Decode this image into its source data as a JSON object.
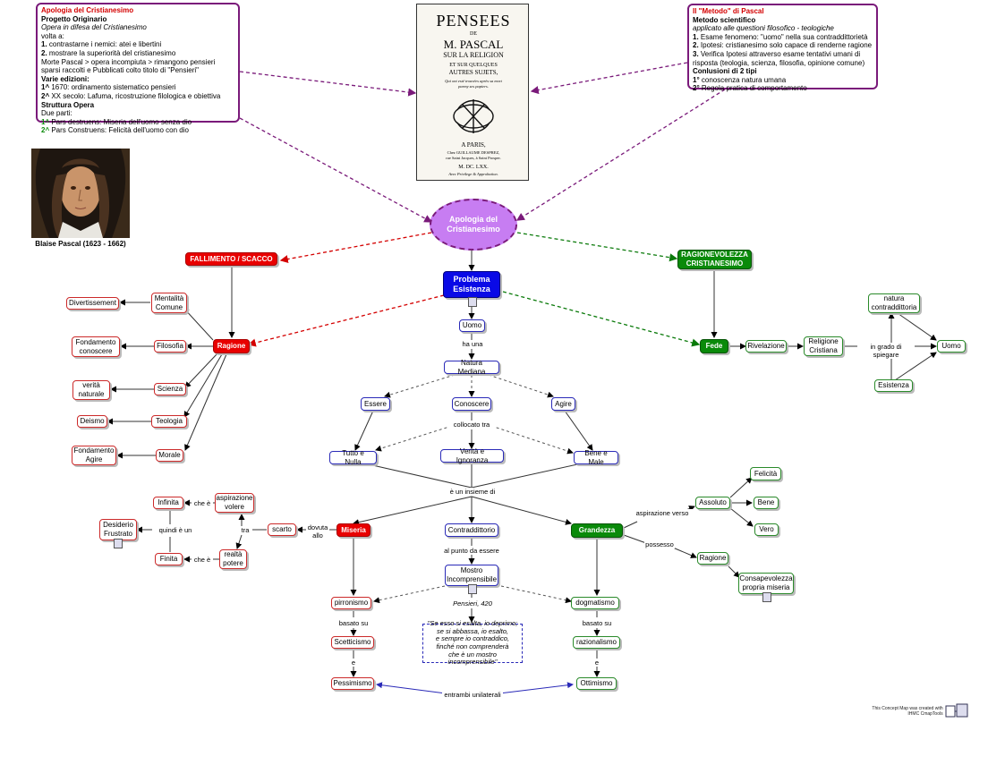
{
  "title_node": "Apologia del\nCristianesimo",
  "left_info": {
    "title": "Apologia del Cristianesimo",
    "lines": [
      {
        "text": "Progetto Originario",
        "style": "b"
      },
      {
        "text": "Opera in difesa del Cristianesimo",
        "style": "i"
      },
      {
        "text": "volta a:",
        "style": ""
      },
      {
        "num": "1.",
        "text": " contrastarne i nemici: atei e libertini",
        "style": ""
      },
      {
        "num": "2.",
        "text": " mostrare la superiorità del cristianesimo",
        "style": ""
      },
      {
        "text": "Morte Pascal > opera incompiuta > rimangono pensieri sparsi raccolti e Pubblicati colto titolo di \"Pensieri\"",
        "style": ""
      },
      {
        "text": "Varie edizioni:",
        "style": "b"
      },
      {
        "num": "1^",
        "text": " 1670: ordinamento sistematico pensieri",
        "style": ""
      },
      {
        "num": "2^",
        "text": " XX secolo: Lafuma, ricostruzione filologica e obiettiva",
        "style": ""
      },
      {
        "text": "Struttura Opera",
        "style": "b"
      },
      {
        "text": "Due parti:",
        "style": ""
      },
      {
        "num": "1^",
        "text": " Pars destruens: Miseria dell'uomo senza dio",
        "style": "g"
      },
      {
        "num": "2^",
        "text": " Pars Construens: Felicità dell'uomo con dio",
        "style": "g"
      }
    ]
  },
  "right_info": {
    "title": "Il \"Metodo\" di Pascal",
    "lines": [
      {
        "text": "Metodo scientifico",
        "style": "b"
      },
      {
        "text": "applicato alle questioni filosofico - teologiche",
        "style": "i"
      },
      {
        "num": "1.",
        "text": " Esame fenomeno: \"uomo\" nella sua contraddittorietà",
        "style": ""
      },
      {
        "num": "2.",
        "text": " Ipotesi: cristianesimo solo capace di renderne ragione",
        "style": ""
      },
      {
        "num": "3.",
        "text": " Verifica Ipotesi attraverso esame tentativi umani di risposta (teologia, scienza, filosofia, opinione comune)",
        "style": ""
      },
      {
        "text": "Conlusioni di 2 tipi",
        "style": "b"
      },
      {
        "num": "1°",
        "text": " conoscenza natura umana",
        "style": ""
      },
      {
        "num": "2°",
        "text": " Regola pratica di comportamento",
        "style": ""
      }
    ]
  },
  "book_cover": {
    "lines": [
      "PENSEES",
      "DE",
      "M. PASCAL",
      "SUR LA RELIGION",
      "ET SUR QUELQUES",
      "AUTRES SUJETS,",
      "Qui ont esté trouvées après sa mort",
      "parmy ses papiers.",
      "A PARIS,",
      "Chez GUILLAUME DESPREZ,",
      "rue Saint Jacques, à Saint Prosper.",
      "M. DC. LXX.",
      "Avec Privilege & Approbation."
    ]
  },
  "portrait_caption": "Blaise Pascal (1623 - 1662)",
  "nodes": {
    "fallimento": "FALLIMENTO / SCACCO",
    "problema": "Problema\nEsistenza",
    "ragionevolezza": "RAGIONEVOLEZZA\nCRISTIANESIMO",
    "ragione_main": "Ragione",
    "divertissement": "Divertissement",
    "mentalita": "Mentalità\nComune",
    "fondamento_conoscere": "Fondamento\nconoscere",
    "filosofia": "Filosofia",
    "verita_naturale": "verità\nnaturale",
    "scienza": "Scienza",
    "deismo": "Deismo",
    "teologia": "Teologia",
    "fondamento_agire": "Fondamento\nAgire",
    "morale": "Morale",
    "uomo": "Uomo",
    "natura_mediana": "Natura Mediana",
    "essere": "Essere",
    "conoscere": "Conoscere",
    "agire": "Agire",
    "tutto_nulla": "Tutto e Nulla",
    "verita_ignoranza": "Verità e Ignoranza",
    "bene_male": "Bene e Male",
    "fede": "Fede",
    "rivelazione": "Rivelazione",
    "religione_cristiana": "Religione\nCristiana",
    "natura_contraddittoria": "natura\ncontraddittoria",
    "uomo_right": "Uomo",
    "esistenza": "Esistenza",
    "miseria": "Miseria",
    "contraddittorio": "Contraddittorio",
    "grandezza": "Grandezza",
    "scarto": "scarto",
    "infinita": "Infinita",
    "aspirazione_volere": "aspirazione\nvolere",
    "desiderio": "Desiderio\nFrustrato",
    "finita": "Finita",
    "realta_potere": "realtà\npotere",
    "mostro": "Mostro\nIncomprensibile",
    "assoluto": "Assoluto",
    "felicita": "Felicità",
    "bene": "Bene",
    "vero": "Vero",
    "ragione_right": "Ragione",
    "consapevolezza": "Consapevolezza\npropria miseria",
    "pirronismo": "pirronismo",
    "scetticismo": "Scetticismo",
    "pessimismo": "Pessimismo",
    "dogmatismo": "dogmatismo",
    "razionalismo": "razionalismo",
    "ottimismo": "Ottimismo"
  },
  "link_labels": {
    "ha_una": "ha una",
    "collocato_tra": "collocato tra",
    "in_grado": "in grado di spiegare",
    "insieme_di": "è un insieme di",
    "aspirazione_verso": "aspirazione verso",
    "possesso": "possesso",
    "dovuta_allo": "dovuta\nallo",
    "tra": "tra",
    "che_e_1": "che è",
    "che_e_2": "che è",
    "quindi": "quindi è un",
    "al_punto": "al punto da essere",
    "pensieri": "Pensieri,  420",
    "basato_su_1": "basato su",
    "basato_su_2": "basato su",
    "e_1": "e",
    "e_2": "e",
    "entrambi": "entrambi unilaterali"
  },
  "quote": "\"Se esso si esalta, io deprimo;\nse si abbassa, io esalto,\ne sempre io contraddico,\nfinché non comprenderà\nche è un mostro incomprensibile\"",
  "credit": "This Concept Map was created with\nIHMC CmapTools",
  "colors": {
    "red": "#e80000",
    "blue": "#0a0ae6",
    "green": "#0a8a0a",
    "purple": "#c77df2",
    "frame": "#7a1a7a"
  }
}
